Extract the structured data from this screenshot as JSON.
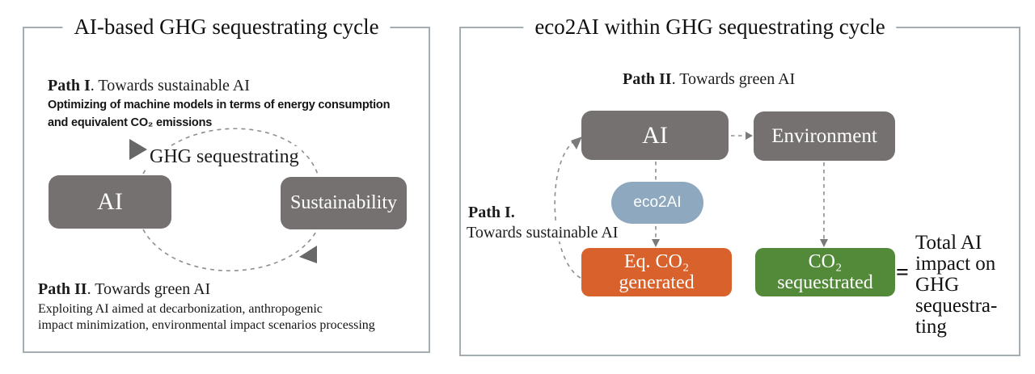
{
  "left_panel": {
    "title": "AI-based GHG sequestrating cycle",
    "path1": {
      "label": "Path I",
      "rest": ". Towards sustainable AI",
      "desc_line1": "Optimizing of machine models in terms of energy consumption",
      "desc_line2": "and equivalent CO₂ emissions"
    },
    "cycle_label": "GHG sequestrating",
    "nodes": {
      "ai": "AI",
      "sustainability": "Sustainability"
    },
    "path2": {
      "label": "Path II",
      "rest": ". Towards green AI",
      "desc_line1": "Exploiting AI aimed at decarbonization, anthropogenic",
      "desc_line2": "impact minimization, environmental impact scenarios processing"
    }
  },
  "right_panel": {
    "title": "eco2AI within GHG sequestrating cycle",
    "path2": {
      "label": "Path II",
      "rest": ". Towards green AI"
    },
    "path1": {
      "label": "Path I.",
      "rest": "Towards sustainable AI"
    },
    "nodes": {
      "ai": "AI",
      "environment": "Environment",
      "eco2ai": "eco2AI",
      "generated_line1": "Eq. CO₂",
      "generated_line2": "generated",
      "sequestrated_line1": "CO₂",
      "sequestrated_line2": "sequestrated"
    },
    "equals": "=",
    "total": {
      "lines": [
        "Total AI",
        "impact on",
        "GHG",
        "sequestra-",
        "ting"
      ]
    }
  },
  "colors": {
    "node_gray": "#767171",
    "eco2ai_blue": "#8da8bf",
    "generated_orange": "#d9612b",
    "sequestrated_green": "#538a3a",
    "panel_border": "#a4adb1",
    "dashed_line": "#8f8f8f"
  }
}
